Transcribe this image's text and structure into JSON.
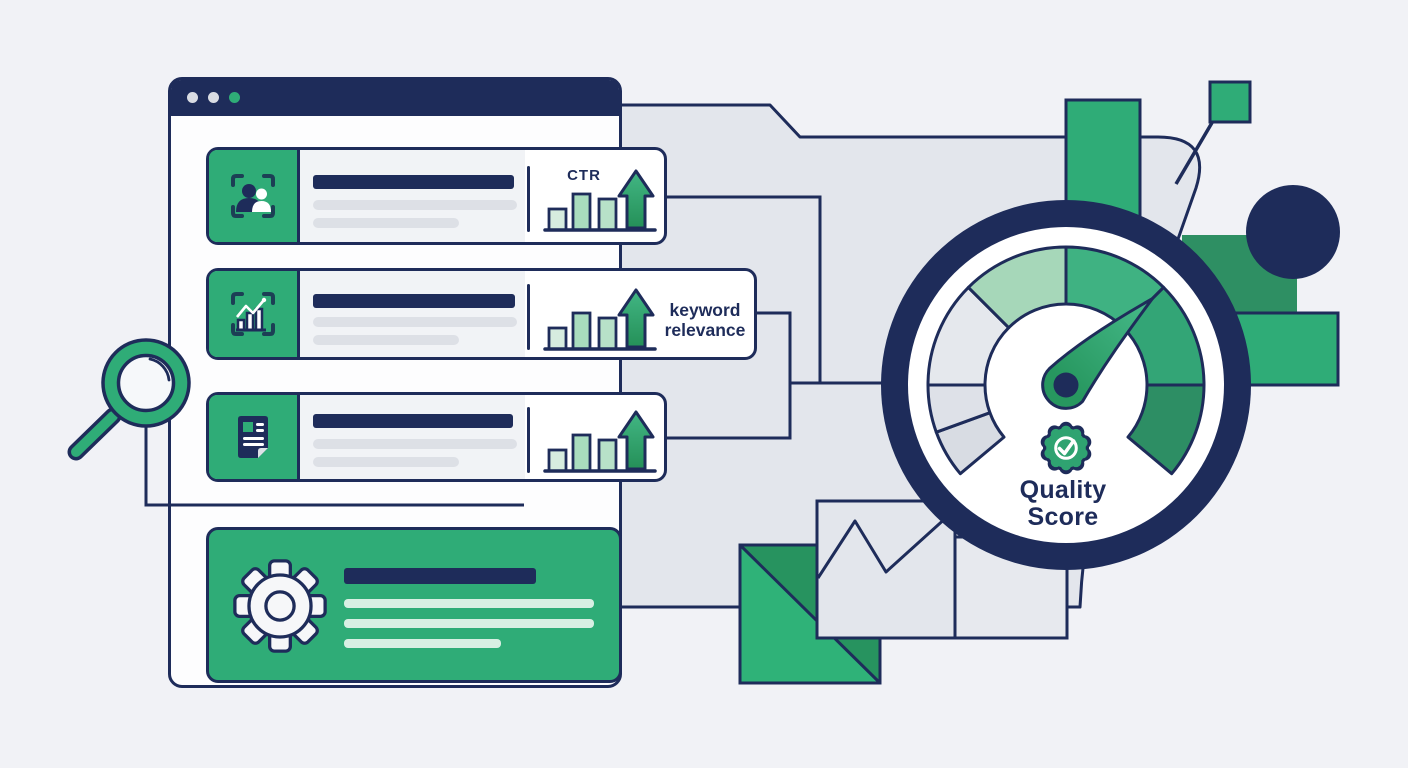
{
  "scene_title": "Quality Score advertising illustration",
  "palette": {
    "navy": "#1e2c5a",
    "green": "#2fac77",
    "green_dark": "#27935f",
    "green_deep": "#2e8f63",
    "green_light": "#a6d7b9",
    "background": "#f1f2f6",
    "folder_gray": "#e3e6ec",
    "placeholder_gray": "#dde0e6"
  },
  "browser_window": {
    "traffic_dots": [
      "#d9dce3",
      "#d9dce3",
      "#2fac77"
    ],
    "cards": [
      {
        "icon": "audience-scan-icon",
        "metric_label": "CTR"
      },
      {
        "icon": "analytics-scan-icon",
        "metric_label_line1": "keyword",
        "metric_label_line2": "relevance"
      },
      {
        "icon": "document-icon"
      }
    ],
    "settings_panel": {
      "icon": "gear-icon"
    }
  },
  "gauge": {
    "label_line1": "Quality",
    "label_line2": "Score",
    "badge_icon": "verified-check-badge-icon",
    "segment_colors": [
      "#d8dce3",
      "#dee1e8",
      "#e5e8ed",
      "#a6d7b9",
      "#3fb282",
      "#33a576",
      "#2d8e64"
    ],
    "needle_state": "pointing upper-right (high score)"
  },
  "decorations": {
    "magnifier": "magnifying-glass-icon",
    "trend": "zigzag-trend-line",
    "shapes": "abstract folder, green squares, navy circle, pinned square"
  }
}
